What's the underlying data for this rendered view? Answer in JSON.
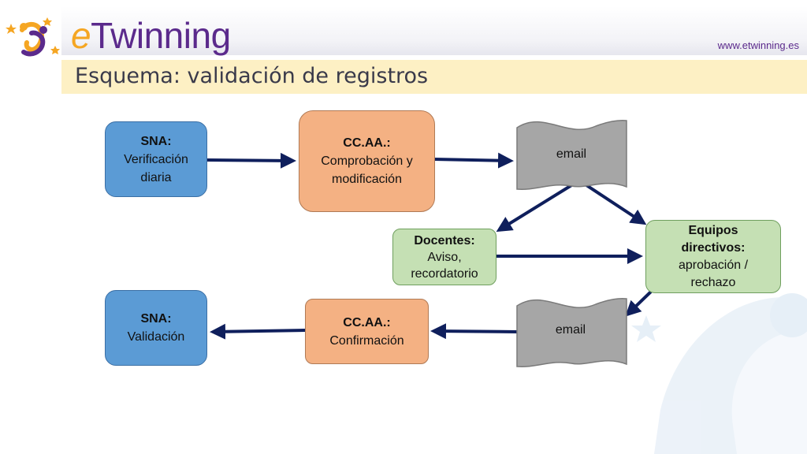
{
  "header": {
    "brand_first": "e",
    "brand_rest": "Twinning",
    "website": "www.etwinning.es",
    "title": "Esquema: validación de registros"
  },
  "nodes": {
    "sna_verif": {
      "heading": "SNA:",
      "lines": [
        "Verificación",
        "diaria"
      ]
    },
    "ccaa_comp": {
      "heading": "CC.AA.:",
      "lines": [
        "Comprobación y",
        "modificación"
      ]
    },
    "email_top": {
      "label": "email"
    },
    "docentes": {
      "heading": "Docentes:",
      "lines": [
        "Aviso,",
        "recordatorio"
      ]
    },
    "equipos": {
      "heading": "Equipos directivos:",
      "lines": [
        "aprobación /",
        "rechazo"
      ]
    },
    "email_bottom": {
      "label": "email"
    },
    "ccaa_conf": {
      "heading": "CC.AA.:",
      "lines": [
        "Confirmación"
      ]
    },
    "sna_valid": {
      "heading": "SNA:",
      "lines": [
        "Validación"
      ]
    }
  },
  "colors": {
    "arrow": "#0f1f5c",
    "doc_fill": "#a6a6a6",
    "brand_purple": "#5b2a8c",
    "brand_orange": "#f5a623",
    "title_band": "#fdf0c4"
  }
}
